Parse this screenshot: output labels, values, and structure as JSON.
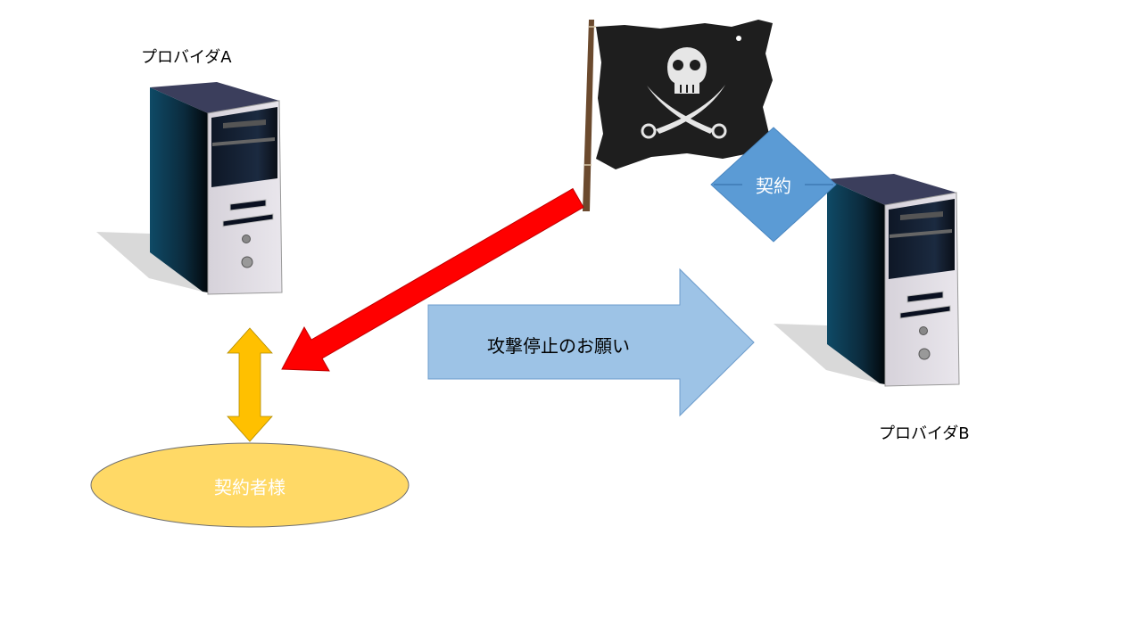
{
  "labels": {
    "provider_a": "プロバイダA",
    "provider_b": "プロバイダB",
    "contract": "契約",
    "request": "攻撃停止のお願い",
    "customer": "契約者様"
  },
  "colors": {
    "red_arrow": "#ff0000",
    "blue_arrow": "#9dc3e6",
    "orange_arrow": "#ffc000",
    "ellipse": "#ffd966",
    "diamond": "#5b9bd5"
  }
}
